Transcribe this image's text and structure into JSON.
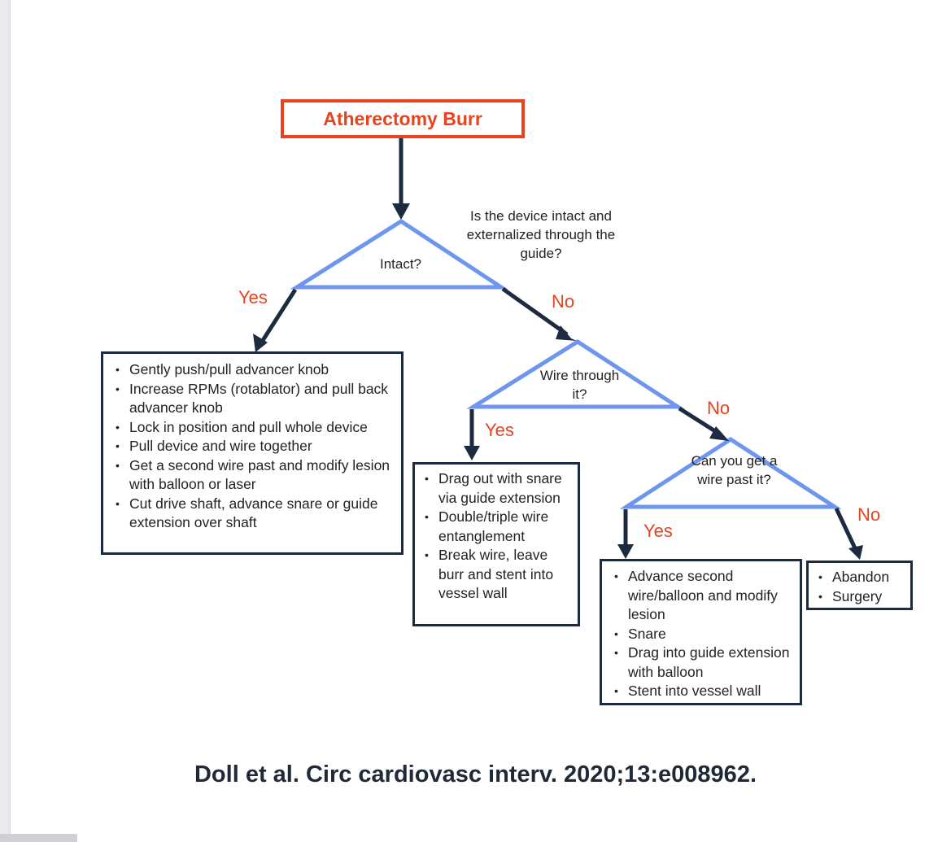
{
  "diagram": {
    "title": "Atherectomy Burr",
    "question_main": "Is the device intact and externalized through the guide?",
    "decision_intact": "Intact?",
    "decision_wire": "Wire through it?",
    "decision_wire_past": "Can you get a wire past it?",
    "labels": {
      "yes_1": "Yes",
      "no_1": "No",
      "yes_2": "Yes",
      "no_2": "No",
      "yes_3": "Yes",
      "no_3": "No"
    },
    "intact_yes_actions": [
      "Gently push/pull advancer knob",
      "Increase RPMs (rotablator) and pull back advancer knob",
      "Lock in position and pull whole device",
      "Pull device and wire together",
      "Get a second wire past and modify lesion with balloon or laser",
      "Cut drive shaft, advance snare or guide extension over shaft"
    ],
    "wire_yes_actions": [
      "Drag out with snare via guide extension",
      "Double/triple wire entanglement",
      "Break wire, leave burr and stent into vessel wall"
    ],
    "wire_past_yes_actions": [
      "Advance second wire/balloon and modify lesion",
      "Snare",
      "Drag into guide extension with balloon",
      "Stent into vessel wall"
    ],
    "wire_past_no_actions": [
      "Abandon",
      "Surgery"
    ]
  },
  "citation": "Doll et al.  Circ cardiovasc interv. 2020;13:e008962.",
  "colors": {
    "accent": "#e5441f",
    "triangle": "#6f96ef",
    "arrow": "#1c2b3f"
  }
}
